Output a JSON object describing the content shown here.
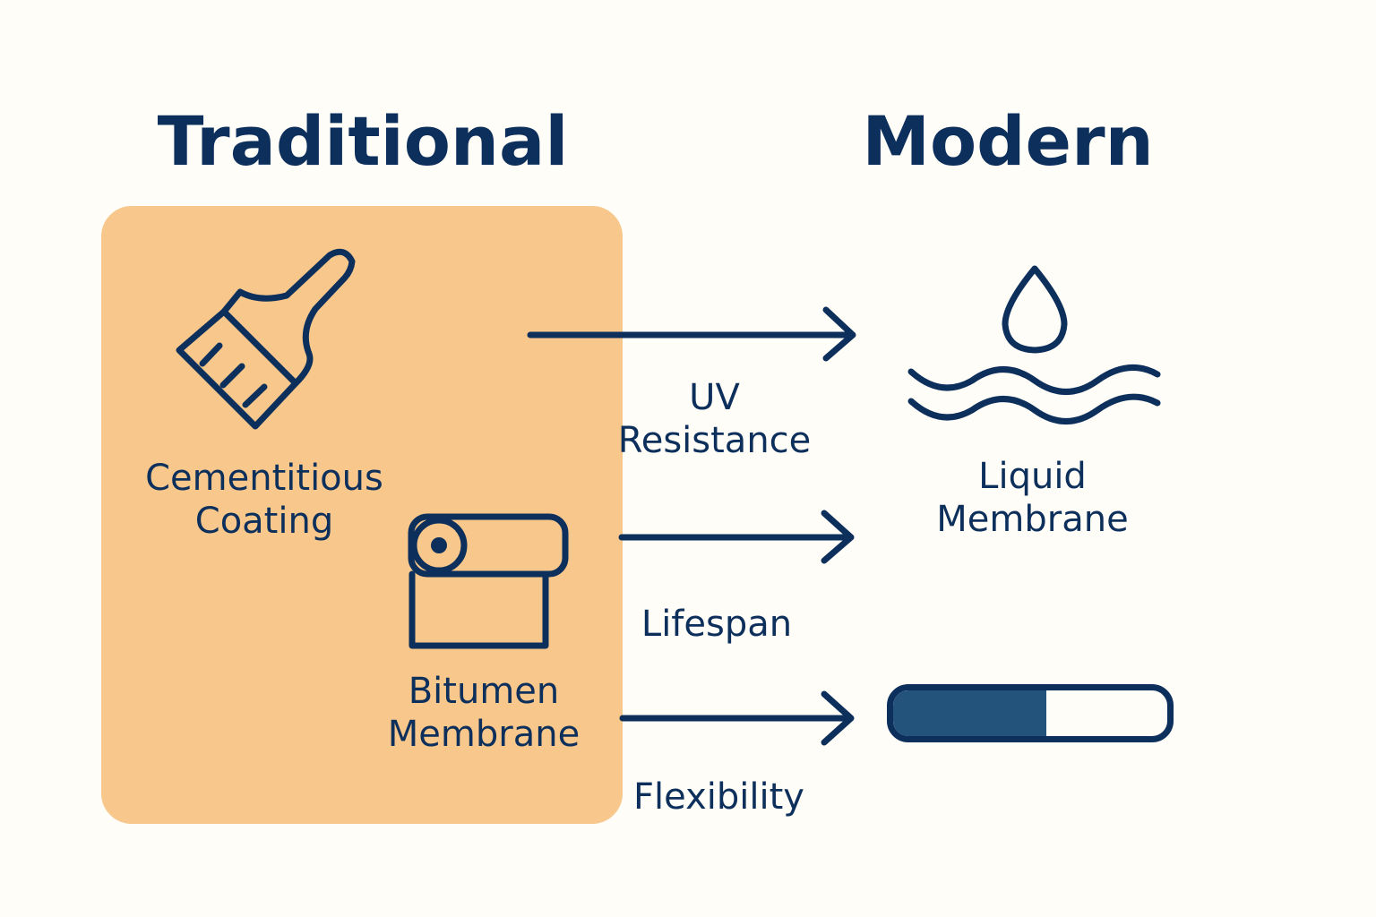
{
  "titles": {
    "left": "Traditional",
    "right": "Modern"
  },
  "traditional": [
    {
      "label": "Cementitious\nCoating",
      "icon": "paintbrush-icon"
    },
    {
      "label": "Bitumen\nMembrane",
      "icon": "membrane-roll-icon"
    }
  ],
  "modern": {
    "label": "Liquid\nMembrane",
    "icon": "water-drop-icon"
  },
  "criteria": [
    "UV\nResistance",
    "Lifespan",
    "Flexibility"
  ],
  "flexibility_bar": {
    "value": 0.56
  },
  "colors": {
    "navy": "#0d2f5b",
    "panel": "#f7c78b",
    "fill": "#23527a",
    "background": "#fffdf8"
  }
}
